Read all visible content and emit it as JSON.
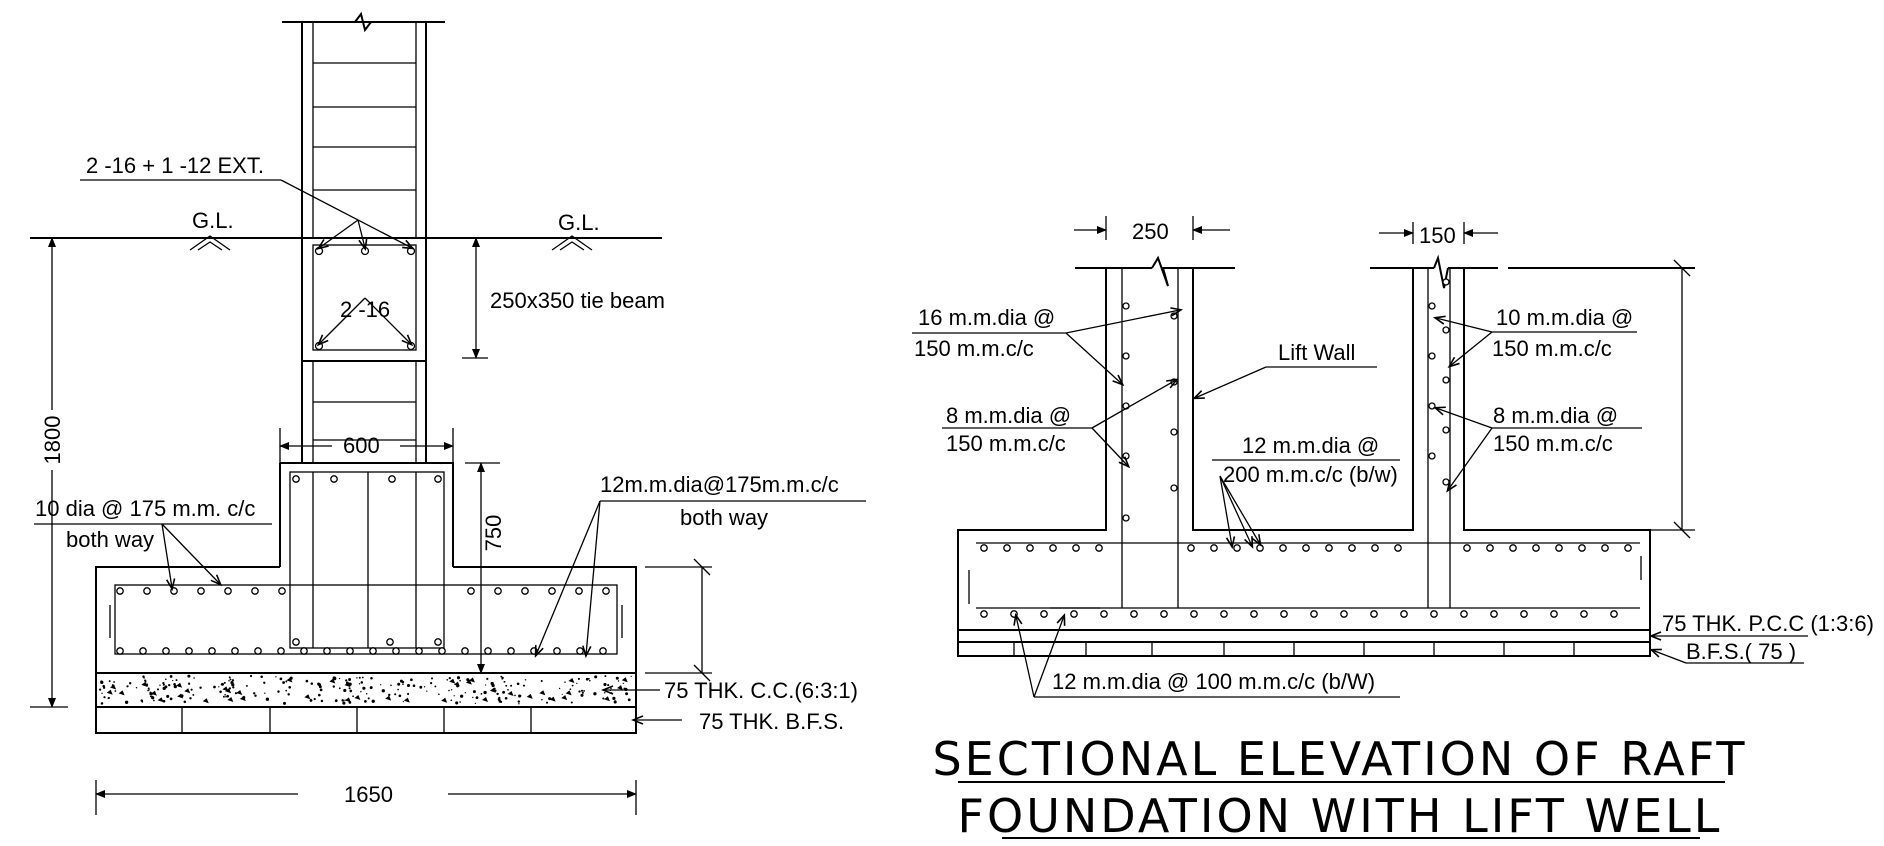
{
  "left_detail": {
    "rebar_column": "2 -16 + 1 -12 EXT.",
    "gl_left": "G.L.",
    "gl_right": "G.L.",
    "tie_beam_bars": "2 -16",
    "tie_beam": "250x350 tie beam",
    "depth_dim": "1800",
    "pedestal_width": "600",
    "pedestal_height": "750",
    "footing_bars_line1": "10 dia @ 175 m.m. c/c",
    "footing_bars_line2": "both way",
    "bottom_bars_line1": "12m.m.dia@175m.m.c/c",
    "bottom_bars_line2": "both way",
    "cc_layer": "75 THK. C.C.(6:3:1)",
    "bfs_layer": "75 THK. B.F.S.",
    "footing_width": "1650"
  },
  "right_detail": {
    "wall_width_left": "250",
    "wall_width_right": "150",
    "lift_wall": "Lift Wall",
    "left_vert_line1": "16 m.m.dia @",
    "left_vert_line2": "150 m.m.c/c",
    "left_horiz_line1": "8 m.m.dia @",
    "left_horiz_line2": "150 m.m.c/c",
    "top_mesh_line1": "12 m.m.dia @",
    "top_mesh_line2": "200 m.m.c/c (b/w)",
    "right_vert_line1": "10 m.m.dia @",
    "right_vert_line2": "150 m.m.c/c",
    "right_horiz_line1": "8 m.m.dia @",
    "right_horiz_line2": "150 m.m.c/c",
    "pcc_layer": "75 THK. P.C.C (1:3:6)",
    "bfs_layer": "B.F.S.( 75 )",
    "bottom_mesh": "12 m.m.dia @ 100 m.m.c/c (b/W)"
  },
  "title": {
    "line1": "SECTIONAL  ELEVATION  OF  RAFT",
    "line2": "FOUNDATION  WITH  LIFT  WELL"
  }
}
